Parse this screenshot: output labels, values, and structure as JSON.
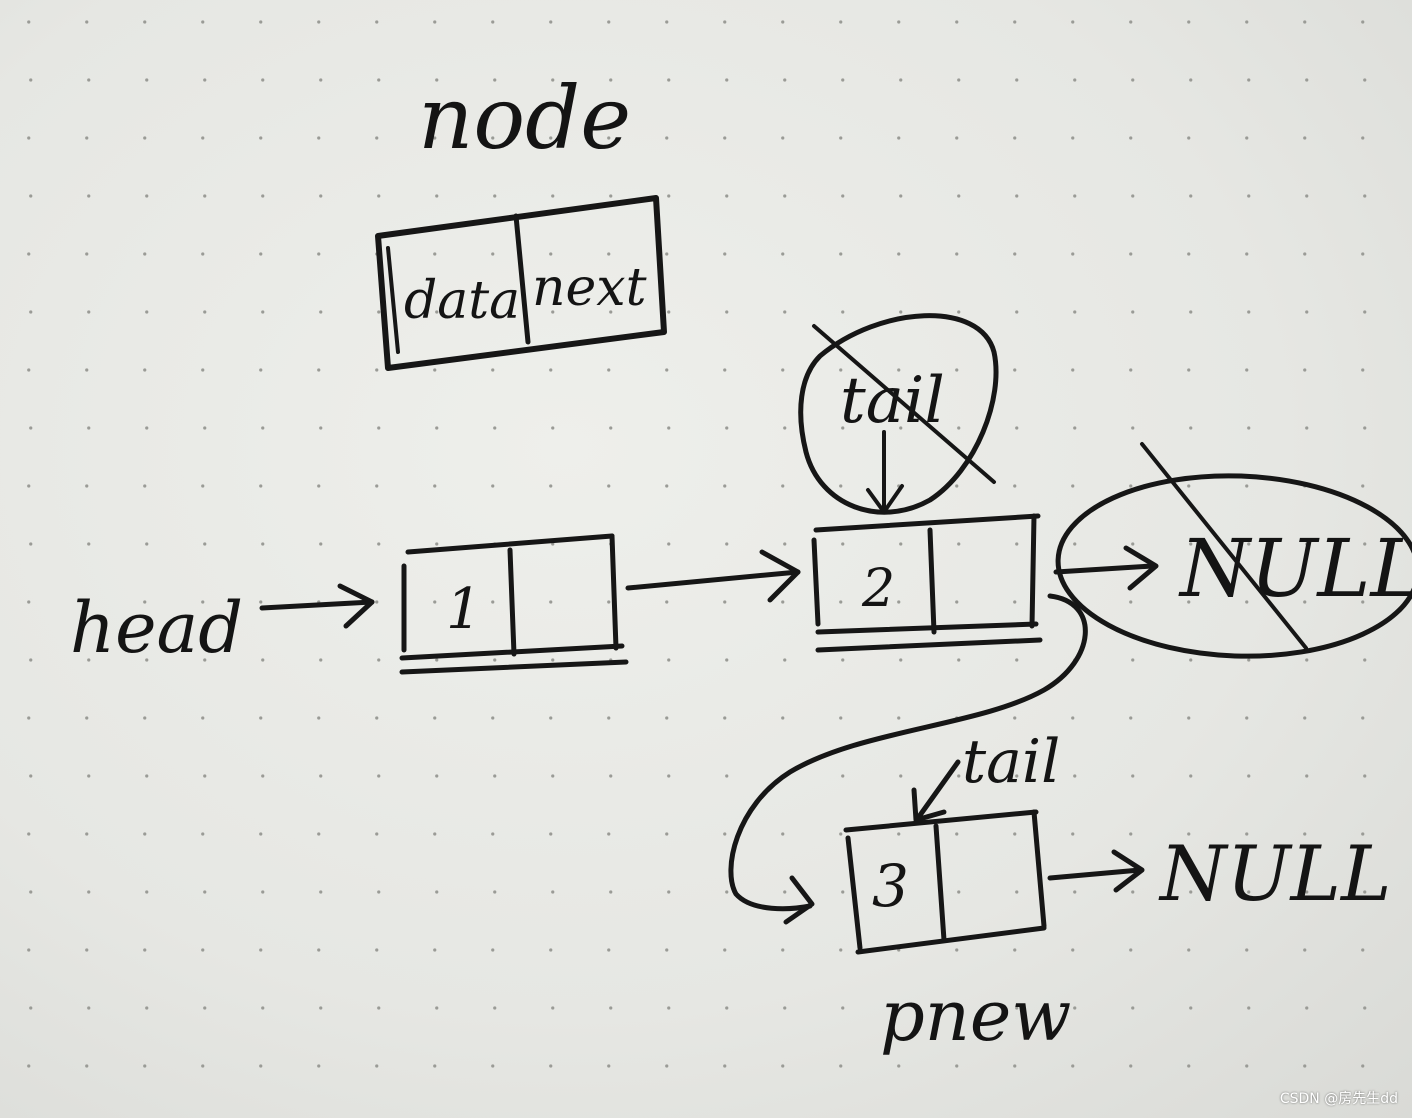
{
  "title": "node",
  "template_node": {
    "data_label": "data",
    "next_label": "next"
  },
  "head_label": "head",
  "nodes": [
    {
      "value": "1"
    },
    {
      "value": "2"
    },
    {
      "value": "3"
    }
  ],
  "old_tail_label": "tail",
  "old_null_label": "NULL",
  "new_tail_label": "tail",
  "new_null_label": "NULL",
  "pnew_label": "pnew",
  "watermark": "CSDN @房先生dd",
  "colors": {
    "ink": "#161616",
    "paper": "#e9eae6",
    "dots": "#9a9b96"
  }
}
